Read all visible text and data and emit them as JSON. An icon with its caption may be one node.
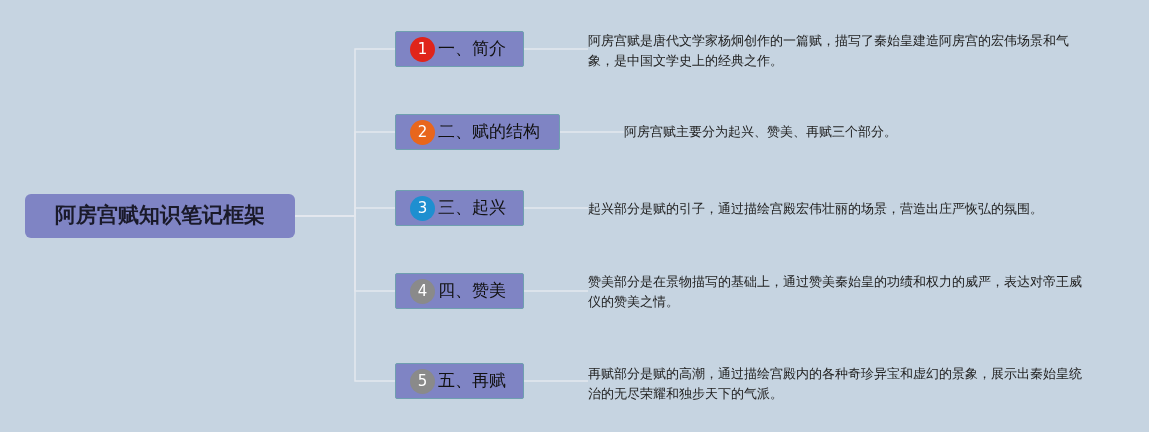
{
  "diagram": {
    "nodes": [
      {
        "text": [
          "阿房宫赋知识笔记框架"
        ]
      },
      {
        "text": [
          "1",
          "一、简介"
        ]
      },
      {
        "text": [
          "2",
          "二、赋的结构"
        ]
      },
      {
        "text": [
          "3",
          "三、起兴"
        ]
      },
      {
        "text": [
          "4",
          "四、赞美"
        ]
      },
      {
        "text": [
          "5",
          "五、再赋"
        ]
      },
      {
        "text": [
          "阿房宫赋是唐代文学家杨炯创作的一篇赋，描写了秦始皇建造阿房宫的宏伟场景和气象，是中国文学史上的经典之作。"
        ]
      },
      {
        "text": [
          "阿房宫赋主要分为起兴、赞美、再赋三个部分。"
        ]
      },
      {
        "text": [
          "起兴部分是赋的引子，通过描绘宫殿宏伟壮丽的场景，营造出庄严恢弘的氛围。"
        ]
      },
      {
        "text": [
          "赞美部分是在景物描写的基础上，通过赞美秦始皇的功绩和权力的威严，表达对帝王威仪的赞美之情。"
        ]
      },
      {
        "text": [
          "再赋部分是赋的高潮，通过描绘宫殿内的各种奇珍异宝和虚幻的景象，展示出秦始皇统治的无尽荣耀和独步天下的气派。"
        ]
      }
    ],
    "edges": [
      {
        "from": 0,
        "to": 1,
        "arrow": "none"
      },
      {
        "from": 0,
        "to": 2,
        "arrow": "none"
      },
      {
        "from": 0,
        "to": 3,
        "arrow": "none"
      },
      {
        "from": 0,
        "to": 4,
        "arrow": "none"
      },
      {
        "from": 0,
        "to": 5,
        "arrow": "none"
      },
      {
        "from": 1,
        "to": 6,
        "arrow": "none"
      },
      {
        "from": 2,
        "to": 7,
        "arrow": "none"
      },
      {
        "from": 3,
        "to": 8,
        "arrow": "none"
      },
      {
        "from": 4,
        "to": 9,
        "arrow": "none"
      },
      {
        "from": 5,
        "to": 10,
        "arrow": "none"
      }
    ]
  }
}
